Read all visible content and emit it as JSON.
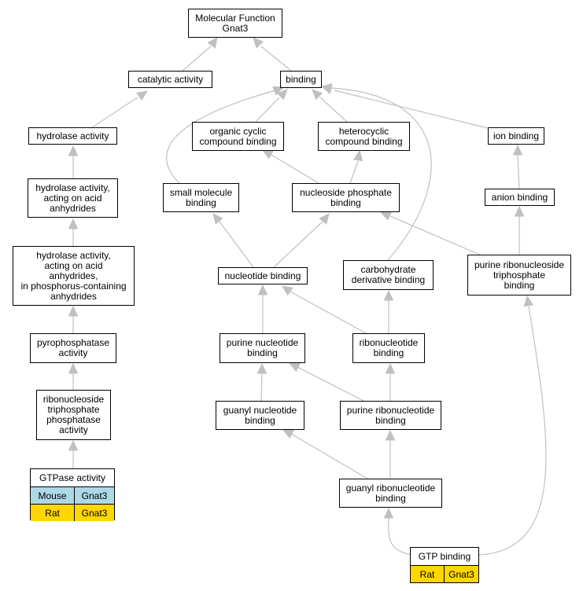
{
  "colors": {
    "edge": "#c0c0c0",
    "mouse": "#add8e6",
    "rat": "#ffd700",
    "border": "#000000"
  },
  "nodes": {
    "mf": "Molecular Function\nGnat3",
    "catalytic": "catalytic activity",
    "binding": "binding",
    "hydrolase": "hydrolase activity",
    "organic": "organic cyclic\ncompound binding",
    "heterocyclic": "heterocyclic\ncompound binding",
    "ion": "ion binding",
    "hydrolase_acid": "hydrolase activity,\nacting on acid\nanhydrides",
    "small_molecule": "small molecule\nbinding",
    "nucleoside_phosphate": "nucleoside phosphate\nbinding",
    "anion": "anion binding",
    "hydrolase_phos": "hydrolase activity,\nacting on acid\nanhydrides,\nin phosphorus-containing\nanhydrides",
    "nucleotide": "nucleotide binding",
    "carbohydrate": "carbohydrate\nderivative binding",
    "purine_ntp": "purine ribonucleoside\ntriphosphate\nbinding",
    "pyrophosphatase": "pyrophosphatase\nactivity",
    "purine_nucleotide": "purine nucleotide\nbinding",
    "ribonucleotide": "ribonucleotide\nbinding",
    "rntp_phosphatase": "ribonucleoside\ntriphosphate\nphosphatase\nactivity",
    "guanyl_nucleotide": "guanyl nucleotide\nbinding",
    "purine_ribonucleotide": "purine ribonucleotide\nbinding",
    "guanyl_ribonucleotide": "guanyl ribonucleotide\nbinding"
  },
  "gtpase": {
    "title": "GTPase activity",
    "rows": [
      {
        "species": "Mouse",
        "gene": "Gnat3"
      },
      {
        "species": "Rat",
        "gene": "Gnat3"
      }
    ]
  },
  "gtp_binding": {
    "title": "GTP binding",
    "rows": [
      {
        "species": "Rat",
        "gene": "Gnat3"
      }
    ]
  }
}
